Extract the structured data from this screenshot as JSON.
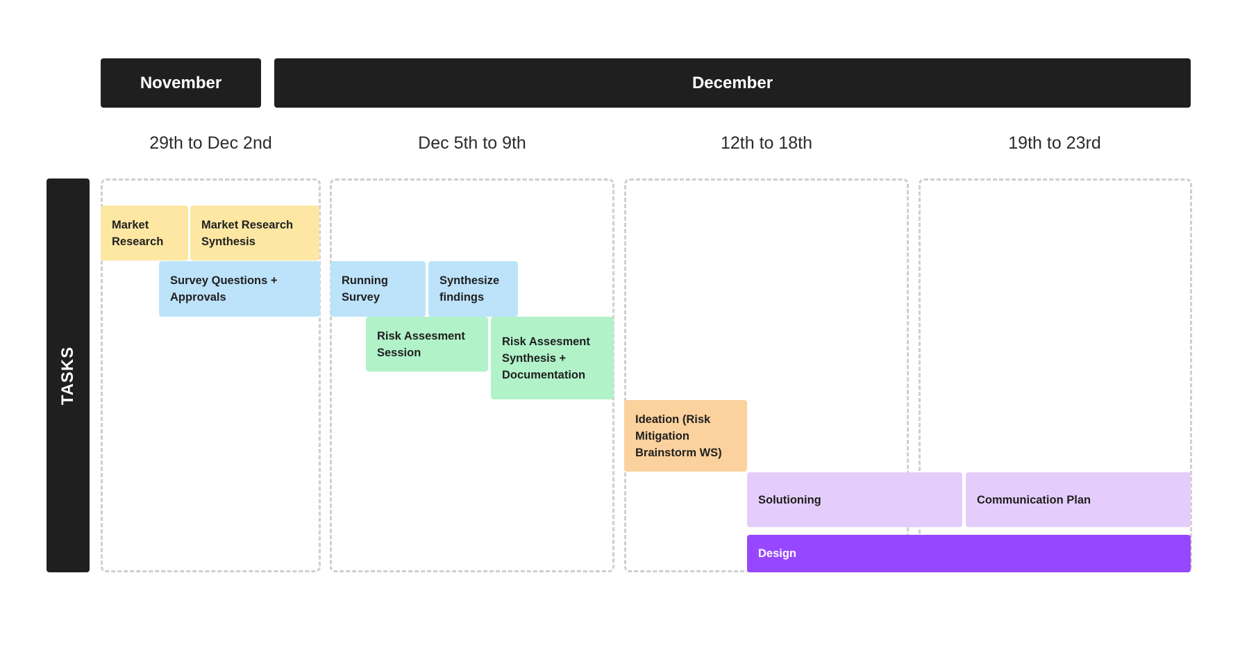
{
  "months": [
    {
      "label": "November"
    },
    {
      "label": "December"
    }
  ],
  "weeks": [
    {
      "label": "29th to Dec 2nd"
    },
    {
      "label": "Dec 5th to 9th"
    },
    {
      "label": "12th to 18th"
    },
    {
      "label": "19th to 23rd"
    }
  ],
  "row_label": "TASKS",
  "tasks": [
    {
      "label": "Market\nResearch",
      "color": "#fde7a3"
    },
    {
      "label": "Market Research\nSynthesis",
      "color": "#fde7a3"
    },
    {
      "label": "Survey Questions +\nApprovals",
      "color": "#bde3fb"
    },
    {
      "label": "Running\nSurvey",
      "color": "#bde3fb"
    },
    {
      "label": "Synthesize\nfindings",
      "color": "#bde3fb"
    },
    {
      "label": "Risk Assesment\nSession",
      "color": "#b1f2c9"
    },
    {
      "label": "Risk Assesment\nSynthesis +\nDocumentation",
      "color": "#b1f2c9"
    },
    {
      "label": "Ideation (Risk\nMitigation\nBrainstorm WS)",
      "color": "#fbd19d"
    },
    {
      "label": "Solutioning",
      "color": "#e4cdfb"
    },
    {
      "label": "Communication Plan",
      "color": "#e4cdfb"
    },
    {
      "label": "Design",
      "color": "#9747ff"
    }
  ]
}
